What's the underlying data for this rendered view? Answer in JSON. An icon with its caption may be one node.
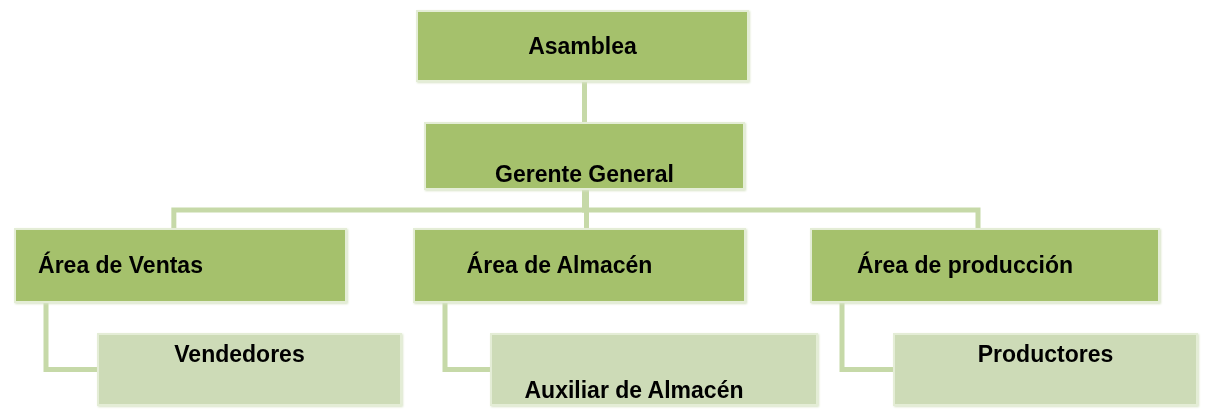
{
  "diagram": {
    "nodes": [
      {
        "text": [
          "Asamblea"
        ]
      },
      {
        "text": [
          "Gerente General"
        ]
      },
      {
        "text": [
          "Área de Ventas"
        ]
      },
      {
        "text": [
          "Área de Almacén"
        ]
      },
      {
        "text": [
          "Área de producción"
        ]
      },
      {
        "text": [
          "Vendedores"
        ]
      },
      {
        "text": [
          "Auxiliar de Almacén"
        ]
      },
      {
        "text": [
          "Productores"
        ]
      }
    ],
    "edges": [
      {
        "from": 0,
        "to": 1,
        "arrow": "none"
      },
      {
        "from": 1,
        "to": 2,
        "arrow": "none"
      },
      {
        "from": 1,
        "to": 3,
        "arrow": "none"
      },
      {
        "from": 1,
        "to": 4,
        "arrow": "none"
      },
      {
        "from": 2,
        "to": 5,
        "arrow": "none"
      },
      {
        "from": 3,
        "to": 6,
        "arrow": "none"
      },
      {
        "from": 4,
        "to": 7,
        "arrow": "none"
      }
    ]
  }
}
